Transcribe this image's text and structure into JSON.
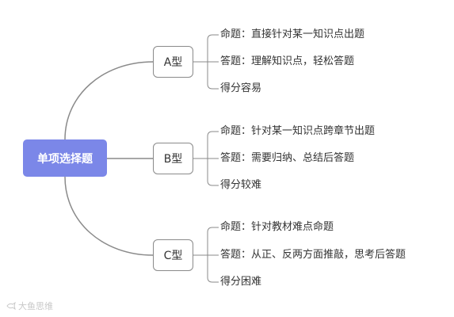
{
  "root": {
    "label": "单项选择题"
  },
  "branches": [
    {
      "label": "A型",
      "items": [
        "命题：直接针对某一知识点出题",
        "答题：理解知识点，轻松答题",
        "得分容易"
      ]
    },
    {
      "label": "B型",
      "items": [
        "命题：针对某一知识点跨章节出题",
        "答题：需要归纳、总结后答题",
        "得分较难"
      ]
    },
    {
      "label": "C型",
      "items": [
        "命题：针对教材难点命题",
        "答题：从正、反两方面推敲，思考后答题",
        "得分困难"
      ]
    }
  ],
  "watermark": {
    "text": "大鱼思维"
  },
  "colors": {
    "root_fill": "#7b87e8",
    "line": "#8a8a8a",
    "text": "#333333"
  }
}
